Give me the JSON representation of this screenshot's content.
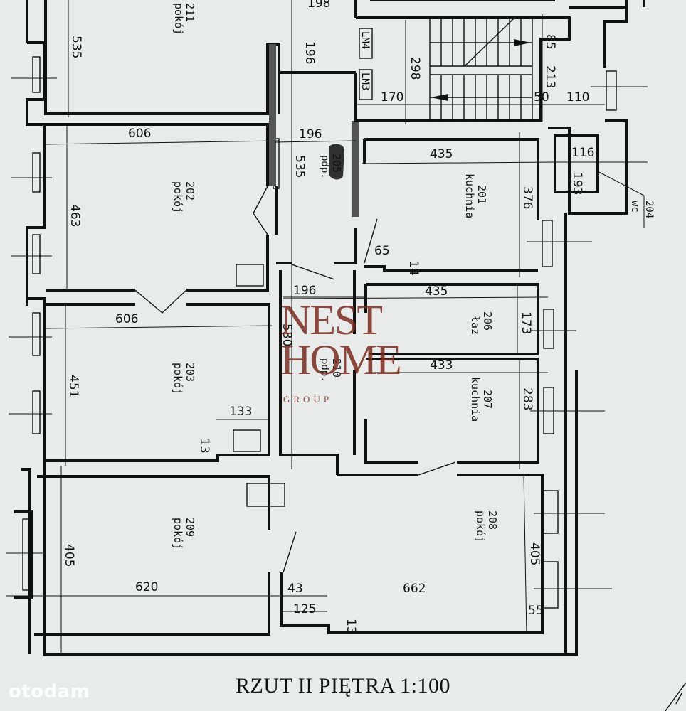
{
  "plan": {
    "title": "RZUT II PIĘTRA 1:100",
    "rooms": [
      {
        "id": "211",
        "name": "pokój",
        "dims": [
          "535"
        ]
      },
      {
        "id": "202",
        "name": "pokój",
        "dims": [
          "606",
          "463"
        ]
      },
      {
        "id": "203",
        "name": "pokój",
        "dims": [
          "606",
          "451",
          "133",
          "13"
        ]
      },
      {
        "id": "209",
        "name": "pokój",
        "dims": [
          "620",
          "405",
          "43",
          "125"
        ]
      },
      {
        "id": "208",
        "name": "pokój",
        "dims": [
          "662",
          "405",
          "55",
          "13"
        ]
      },
      {
        "id": "201",
        "name": "kuchnia",
        "dims": [
          "435",
          "376",
          "65",
          "14"
        ]
      },
      {
        "id": "206",
        "name": "łaz",
        "dims": [
          "435",
          "173"
        ]
      },
      {
        "id": "207",
        "name": "kuchnia",
        "dims": [
          "433",
          "283"
        ]
      },
      {
        "id": "205",
        "name": "pdp.",
        "dims": [
          "196",
          "535"
        ]
      },
      {
        "id": "210",
        "name": "pdp.",
        "dims": [
          "196",
          "530"
        ]
      },
      {
        "id": "204",
        "name": "wc",
        "dims": [
          "116",
          "193"
        ]
      }
    ],
    "stair": {
      "labels": [
        "LM4",
        "LM3"
      ],
      "dims": [
        "298",
        "170",
        "85",
        "213",
        "50",
        "110",
        "196",
        "198"
      ]
    }
  },
  "watermark": {
    "line1": "NEST",
    "line2": "HOME",
    "line3": "GROUP",
    "color": "#7a2b1f"
  },
  "site_badge": {
    "text": "otodam"
  }
}
